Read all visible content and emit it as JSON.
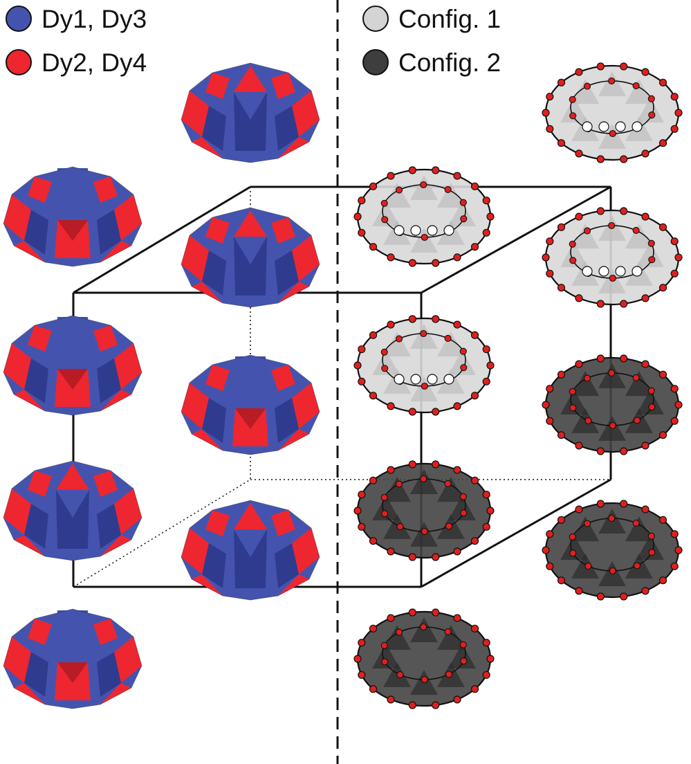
{
  "legend_left": [
    {
      "label": "Dy1, Dy3",
      "color": "#4454ae"
    },
    {
      "label": "Dy2, Dy4",
      "color": "#ee2630"
    }
  ],
  "legend_right": [
    {
      "label": "Config. 1",
      "color": "#d4d4d4"
    },
    {
      "label": "Config. 2",
      "color": "#3e3e3e"
    }
  ],
  "colors": {
    "dy_blue": "#4454ae",
    "dy_blue_dark": "#2f3b8e",
    "dy_red": "#ee2630",
    "dy_red_dark": "#b81c24",
    "config1_fill": "#d8d8d8",
    "config2_fill": "#444444",
    "oxygen": "#e0201e",
    "edge": "#111111"
  },
  "polyhedra_colored": [
    {
      "orientation": "up"
    },
    {
      "orientation": "up"
    },
    {
      "orientation": "down"
    },
    {
      "orientation": "up"
    },
    {
      "orientation": "down"
    },
    {
      "orientation": "down"
    },
    {
      "orientation": "up"
    },
    {
      "orientation": "down"
    }
  ],
  "clusters": [
    {
      "config": 1
    },
    {
      "config": 1
    },
    {
      "config": 2
    },
    {
      "config": 2
    },
    {
      "config": 1
    },
    {
      "config": 1
    },
    {
      "config": 2
    },
    {
      "config": 2
    }
  ]
}
